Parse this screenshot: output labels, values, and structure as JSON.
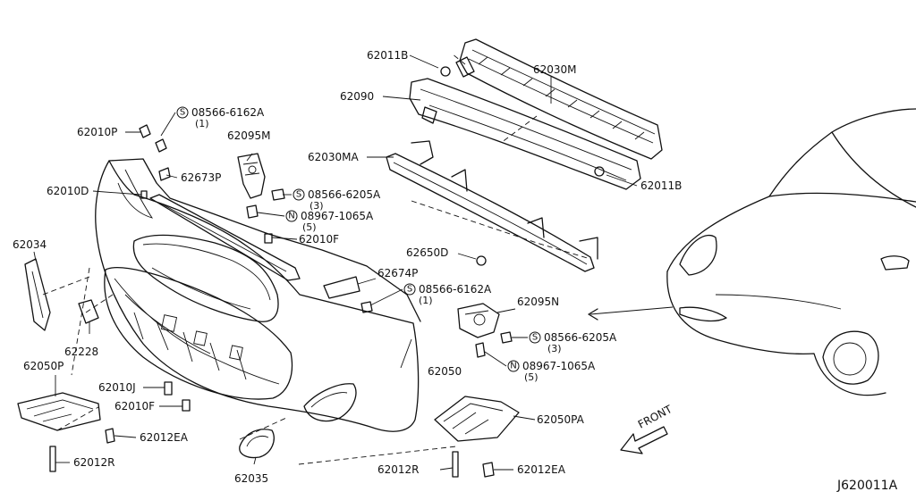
{
  "diagram_code": "J620011A",
  "direction_label": "FRONT",
  "callouts": [
    {
      "id": "c-62011b-top",
      "text": "62011B"
    },
    {
      "id": "c-62030m",
      "text": "62030M"
    },
    {
      "id": "c-62090",
      "text": "62090"
    },
    {
      "id": "c-62011b-right",
      "text": "62011B"
    },
    {
      "id": "c-62030ma",
      "text": "62030MA"
    },
    {
      "id": "c-62650d",
      "text": "62650D"
    },
    {
      "id": "c-08566-6162a-top",
      "text": "08566-6162A",
      "symbol": "S",
      "qty": "(1)"
    },
    {
      "id": "c-62010p",
      "text": "62010P"
    },
    {
      "id": "c-62095m",
      "text": "62095M"
    },
    {
      "id": "c-62673p",
      "text": "62673P"
    },
    {
      "id": "c-62010d",
      "text": "62010D"
    },
    {
      "id": "c-08566-6205a-top",
      "text": "08566-6205A",
      "symbol": "S",
      "qty": "(3)"
    },
    {
      "id": "c-08967-1065a-top",
      "text": "08967-1065A",
      "symbol": "N",
      "qty": "(5)"
    },
    {
      "id": "c-62010f-top",
      "text": "62010F"
    },
    {
      "id": "c-62034",
      "text": "62034"
    },
    {
      "id": "c-62674p",
      "text": "62674P"
    },
    {
      "id": "c-08566-6162a-mid",
      "text": "08566-6162A",
      "symbol": "S",
      "qty": "(1)"
    },
    {
      "id": "c-62095n",
      "text": "62095N"
    },
    {
      "id": "c-08566-6205a-mid",
      "text": "08566-6205A",
      "symbol": "S",
      "qty": "(3)"
    },
    {
      "id": "c-08967-1065a-mid",
      "text": "08967-1065A",
      "symbol": "N",
      "qty": "(5)"
    },
    {
      "id": "c-62228",
      "text": "62228"
    },
    {
      "id": "c-62050p",
      "text": "62050P"
    },
    {
      "id": "c-62050",
      "text": "62050"
    },
    {
      "id": "c-62010j",
      "text": "62010J"
    },
    {
      "id": "c-62010f-bottom",
      "text": "62010F"
    },
    {
      "id": "c-62012ea-left",
      "text": "62012EA"
    },
    {
      "id": "c-62012r-left",
      "text": "62012R"
    },
    {
      "id": "c-62035",
      "text": "62035"
    },
    {
      "id": "c-62050pa",
      "text": "62050PA"
    },
    {
      "id": "c-62012r-right",
      "text": "62012R"
    },
    {
      "id": "c-62012ea-right",
      "text": "62012EA"
    }
  ]
}
